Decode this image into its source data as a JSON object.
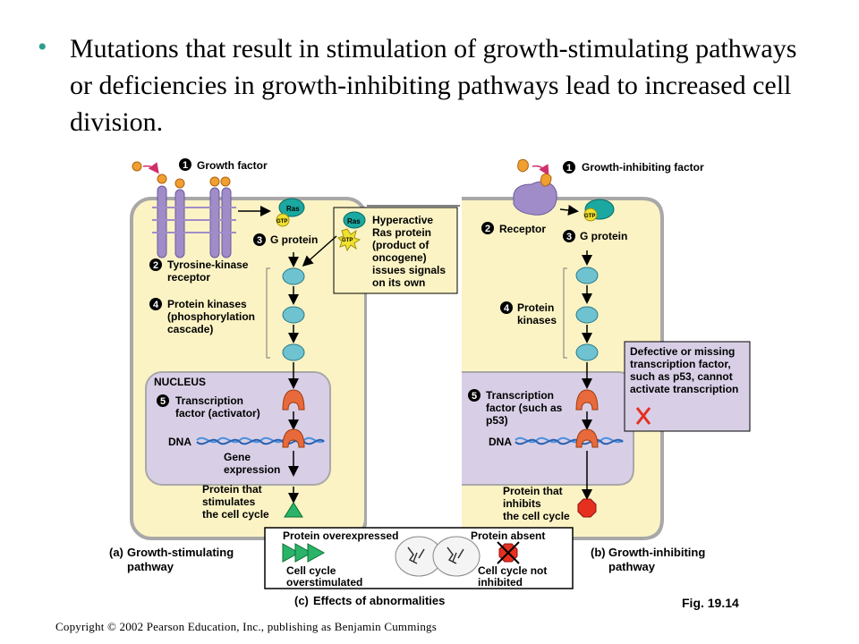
{
  "slide": {
    "bullet_symbol": "•",
    "bullet_text": "Mutations that result in stimulation of growth-stimulating pathways or deficiencies in growth-inhibiting pathways lead to increased cell division."
  },
  "left_panel": {
    "step1": {
      "num": "1",
      "label": "Growth factor"
    },
    "step2": {
      "num": "2",
      "label_line1": "Tyrosine-kinase",
      "label_line2": "receptor"
    },
    "step3": {
      "num": "3",
      "label": "G protein"
    },
    "step4": {
      "num": "4",
      "label_line1": "Protein kinases",
      "label_line2": "(phosphorylation",
      "label_line3": "cascade)"
    },
    "nucleus_label": "NUCLEUS",
    "step5": {
      "num": "5",
      "label_line1": "Transcription",
      "label_line2": "factor (activator)"
    },
    "dna_label": "DNA",
    "gene_expression_line1": "Gene",
    "gene_expression_line2": "expression",
    "protein_line1": "Protein that",
    "protein_line2": "stimulates",
    "protein_line3": "the cell cycle",
    "ras_label": "Ras",
    "gtp_label": "GTP",
    "caption_letter": "(a)",
    "caption_line1": "Growth-stimulating",
    "caption_line2": "pathway"
  },
  "hyperactive_box": {
    "ras_label": "Ras",
    "gtp_label": "GTP",
    "line1": "Hyperactive",
    "line2": "Ras protein",
    "line3": "(product of",
    "line4": "oncogene)",
    "line5": "issues signals",
    "line6": "on its own"
  },
  "right_panel": {
    "step1": {
      "num": "1",
      "label": "Growth-inhibiting factor"
    },
    "step2": {
      "num": "2",
      "label": "Receptor"
    },
    "step3": {
      "num": "3",
      "label": "G protein"
    },
    "gtp_label": "GTP",
    "step4": {
      "num": "4",
      "label_line1": "Protein",
      "label_line2": "kinases"
    },
    "step5": {
      "num": "5",
      "label_line1": "Transcription",
      "label_line2": "factor (such as",
      "label_line3": "p53)"
    },
    "dna_label": "DNA",
    "protein_line1": "Protein that",
    "protein_line2": "inhibits",
    "protein_line3": "the cell cycle",
    "defect_line1": "Defective or missing",
    "defect_line2": "transcription factor,",
    "defect_line3": "such as p53, cannot",
    "defect_line4": "activate transcription",
    "caption_letter": "(b)",
    "caption_line1": "Growth-inhibiting",
    "caption_line2": "pathway"
  },
  "effects_box": {
    "overexpressed_label": "Protein overexpressed",
    "absent_label": "Protein absent",
    "overstim_line1": "Cell cycle",
    "overstim_line2": "overstimulated",
    "notinhib_line1": "Cell cycle not",
    "notinhib_line2": "inhibited",
    "caption_letter": "(c)",
    "caption": "Effects of abnormalities"
  },
  "figure_label": "Fig. 19.14",
  "copyright": "Copyright © 2002 Pearson Education, Inc., publishing as Benjamin Cummings",
  "colors": {
    "cell": "#fbf3c4",
    "cell_border": "#a8a8a8",
    "nucleus": "#d8cfe6",
    "receptor": "#a08cc8",
    "kinase": "#6fc3d0",
    "activator": "#e86a3c",
    "ras": "#1aa8a0",
    "gtp": "#f0e030",
    "stimulator": "#2bb36a",
    "inhibitor": "#e53020",
    "bullet": "#2a9d8f"
  }
}
